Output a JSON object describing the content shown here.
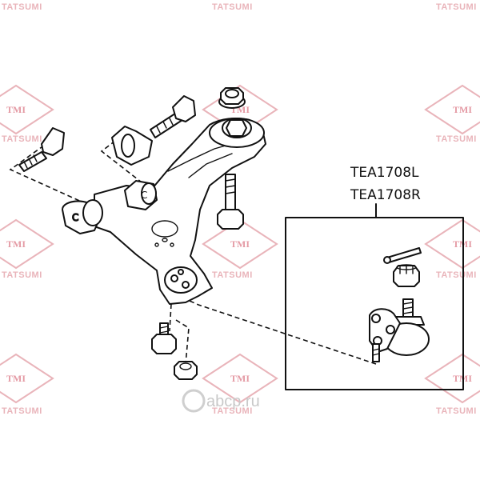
{
  "part_numbers": [
    "TEA1708L",
    "TEA1708R"
  ],
  "watermark": {
    "brand_text": "TATSUMI",
    "logo_text": "TMI",
    "site_text": "аbcp.ru",
    "color": "#e49aa4"
  }
}
